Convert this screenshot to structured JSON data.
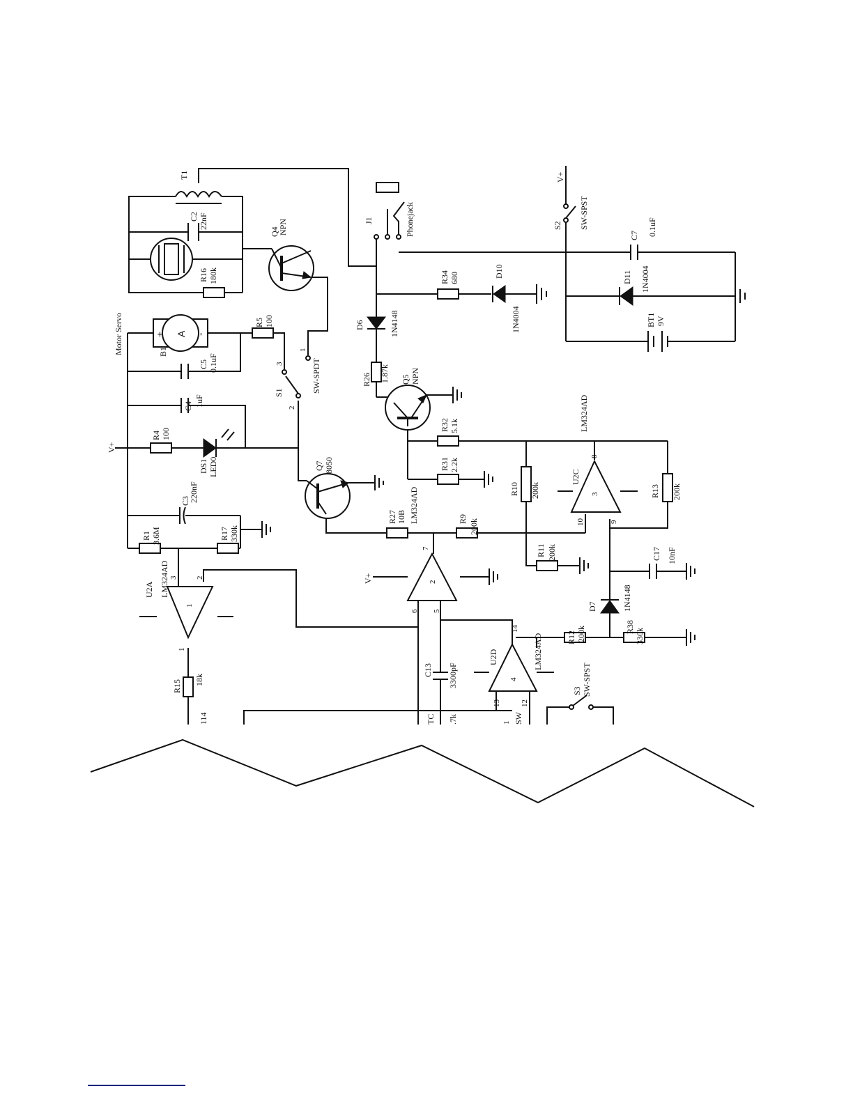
{
  "labels": {
    "t1": "T1",
    "phonejack": "Phonejack",
    "j1": "J1",
    "v_plus_top": "V+",
    "s2": "S2",
    "sw_spst_s2": "SW-SPST",
    "c7": "C7",
    "c7_val": "0.1uF",
    "c2": "C2",
    "c2_val": "22nF",
    "q4": "Q4",
    "q4_type": "NPN",
    "r16": "R16",
    "r16_val": "180k",
    "motor_servo": "Motor Servo",
    "b1": "B1",
    "motor_a": "A",
    "motor_plus": "+",
    "motor_minus": "-",
    "r5": "R5",
    "r5_val": "100",
    "c5": "C5",
    "c5_val": "0.1uF",
    "c4": "C4",
    "c4_val": "1uF",
    "s1": "S1",
    "sw_spdt": "SW-SPDT",
    "s1_p1": "1",
    "s1_p2": "2",
    "s1_p3": "3",
    "v_plus_left": "V+",
    "r4": "R4",
    "r4_val": "100",
    "ds1": "DS1",
    "ds1_val": "LED0",
    "q7": "Q7",
    "q7_val": "8050",
    "c3": "C3",
    "c3_val": "220nF",
    "r1": "R1",
    "r1_val": "3.6M",
    "r17": "R17",
    "r17_val": "330k",
    "r34": "R34",
    "r34_val": "680",
    "d10": "D10",
    "d10_val": "1N4004",
    "d11": "D11",
    "d11_val": "1N4004",
    "bt1": "BT1",
    "bt1_val": "9V",
    "d6": "D6",
    "d6_val": "1N4148",
    "r26": "R26",
    "r26_val": "1.87k",
    "q5": "Q5",
    "q5_type": "NPN",
    "lm324_top": "LM324AD",
    "r32": "R32",
    "r32_val": "5.1k",
    "r31": "R31",
    "r31_val": "2.2k",
    "r10": "R10",
    "r10_val": "200k",
    "u2c": "U2C",
    "u2c_unit": "3",
    "u2c_p8": "8",
    "u2c_p9": "9",
    "u2c_p10": "10",
    "r13": "R13",
    "r13_val": "200k",
    "r27": "R27",
    "r27_val": "10B",
    "lm324_mid": "LM324AD",
    "r9": "R9",
    "r9_val": "200k",
    "r11": "R11",
    "r11_val": "200k",
    "c17": "C17",
    "c17_val": "10nF",
    "d7": "D7",
    "d7_val": "1N4148",
    "u2a": "U2A",
    "u2a_part": "LM324AD",
    "u2a_unit": "1",
    "u2a_p1": "1",
    "u2a_p2": "2",
    "u2a_p3": "3",
    "u2b_unit": "2",
    "u2b_p5": "5",
    "u2b_p6": "6",
    "u2b_p7": "7",
    "v_plus_mid": "V+",
    "r12": "R12",
    "r12_val": "200k",
    "r38": "R38",
    "r38_val": "330k",
    "u2d": "U2D",
    "u2d_part": "LM324AD",
    "u2d_unit": "4",
    "u2d_p12": "12",
    "u2d_p13": "13",
    "u2d_p14": "14",
    "c13": "C13",
    "c13_val": "3300pF",
    "s3": "S3",
    "sw_spst_s3": "SW-SPST",
    "r15": "R15",
    "r15_val": "18k",
    "cut_114": "114",
    "cut_tc": "TC",
    "cut_7k": ".7k",
    "cut_sw": "SW",
    "cut_1": "1"
  }
}
